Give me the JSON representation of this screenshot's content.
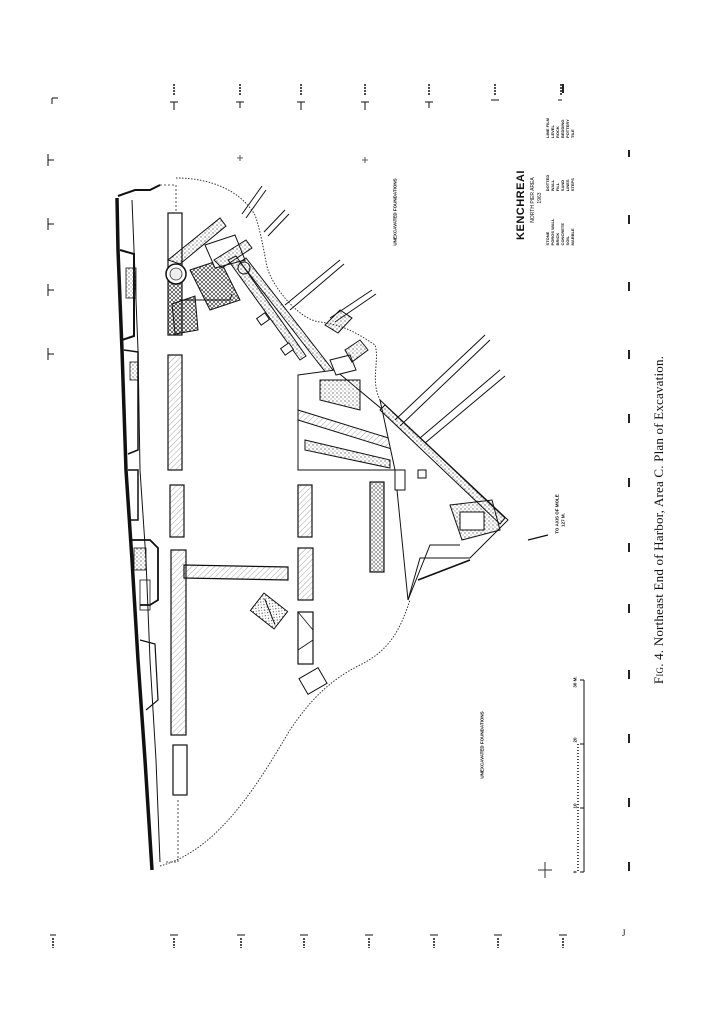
{
  "figure": {
    "caption_prefix": "Fig. 4.",
    "caption_text": "Northeast End of Harbor, Area C.  Plan of Excavation."
  },
  "legend": {
    "title": "KENCHREAI",
    "subtitle": "NORTH PIER AREA",
    "year": "1963",
    "entries_col1": [
      "STONE",
      "POROS WALL",
      "BRICK",
      "CONCRETE",
      "SOIL",
      "MARBLE"
    ],
    "entries_col2": [
      "DOTTED",
      "WALL",
      "FILL",
      "SAND",
      "LINES",
      "STEPS"
    ],
    "entries_col3": [
      "LIME FILM",
      "LEVEL",
      "ROCK",
      "BEDDING",
      "POTTERY",
      "TILE"
    ]
  },
  "labels": {
    "unexcavated_upper": "UNEXCAVATED FOUNDATIONS",
    "unexcavated_lower": "UNEXCAVATED FOUNDATIONS",
    "mole_note": "TO AXIS OF MOLE",
    "mole_note2": "127 M."
  },
  "scale_bar": {
    "ticks": [
      "0",
      "10",
      "20",
      "30 M."
    ]
  },
  "page_marker": "J"
}
